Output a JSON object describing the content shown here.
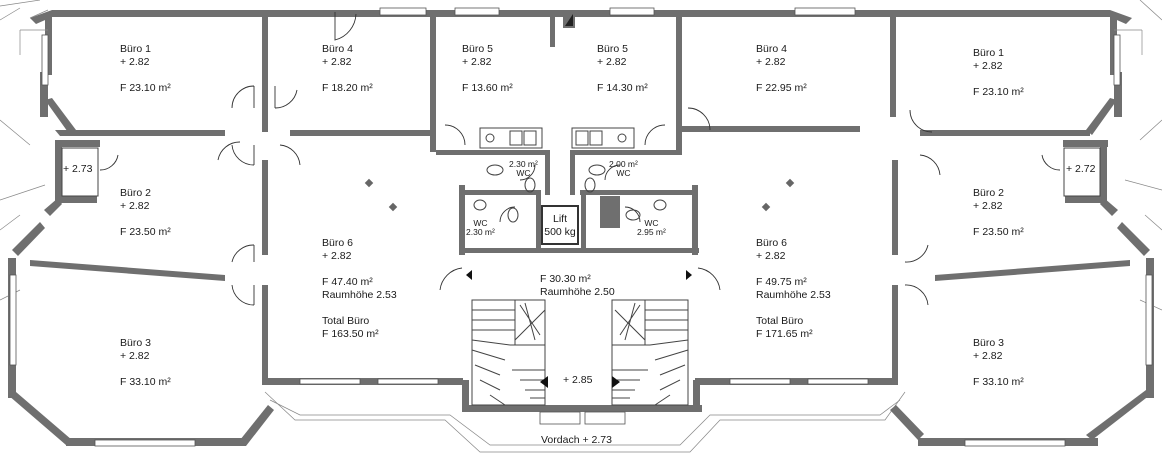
{
  "rooms": [
    {
      "id": "buero1-left",
      "name": "Büro 1",
      "level": "+ 2.82",
      "area": "F 23.10 m²"
    },
    {
      "id": "buero4-left",
      "name": "Büro 4",
      "level": "+ 2.82",
      "area": "F 18.20 m²"
    },
    {
      "id": "buero5-left",
      "name": "Büro 5",
      "level": "+ 2.82",
      "area": "F 13.60 m²"
    },
    {
      "id": "buero5-right",
      "name": "Büro 5",
      "level": "+ 2.82",
      "area": "F 14.30 m²"
    },
    {
      "id": "buero4-right",
      "name": "Büro 4",
      "level": "+ 2.82",
      "area": "F 22.95 m²"
    },
    {
      "id": "buero1-right",
      "name": "Büro 1",
      "level": "+ 2.82",
      "area": "F 23.10 m²"
    },
    {
      "id": "buero2-left",
      "name": "Büro 2",
      "level": "+ 2.82",
      "area": "F 23.50 m²"
    },
    {
      "id": "buero2-right",
      "name": "Büro 2",
      "level": "+ 2.82",
      "area": "F 23.50 m²"
    },
    {
      "id": "buero3-left",
      "name": "Büro 3",
      "level": "+ 2.82",
      "area": "F 33.10 m²"
    },
    {
      "id": "buero3-right",
      "name": "Büro 3",
      "level": "+ 2.82",
      "area": "F 33.10 m²"
    }
  ],
  "large_rooms": {
    "buero6_left": {
      "name": "Büro 6",
      "level": "+ 2.82",
      "area": "F 47.40 m²",
      "height": "Raumhöhe 2.53",
      "total_label": "Total Büro",
      "total_area": "F 163.50 m²"
    },
    "buero6_right": {
      "name": "Büro 6",
      "level": "+ 2.82",
      "area": "F 49.75 m²",
      "height": "Raumhöhe 2.53",
      "total_label": "Total Büro",
      "total_area": "F 171.65 m²"
    },
    "lobby": {
      "area": "F 30.30 m²",
      "height": "Raumhöhe 2.50"
    }
  },
  "wc": {
    "top_left": {
      "area": "2.30 m²",
      "name": "WC"
    },
    "top_right": {
      "area": "2.00 m²",
      "name": "WC"
    },
    "side_left": {
      "name": "WC",
      "area": "2.30 m²"
    },
    "side_right": {
      "name": "WC",
      "area": "2.95 m²"
    }
  },
  "lift": {
    "name": "Lift",
    "capacity": "500 kg"
  },
  "levels": {
    "left_balcony": "+ 2.73",
    "right_balcony": "+ 2.72",
    "stair": "+ 2.85"
  },
  "vordach": "Vordach + 2.73"
}
